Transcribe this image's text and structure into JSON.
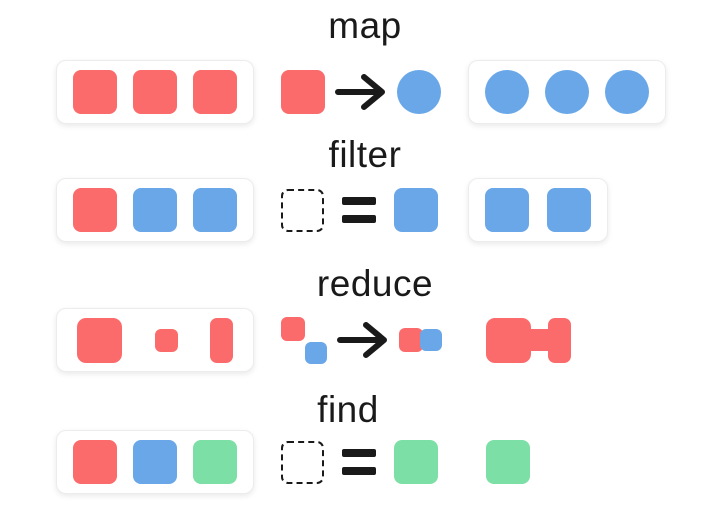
{
  "colors": {
    "red": "#fc6b6b",
    "blue": "#69a7e8",
    "green": "#7ce0a6",
    "ink": "#1a1a1a",
    "panel_border": "#ececec"
  },
  "rows": [
    {
      "title": "map",
      "input": [
        "red-square",
        "red-square",
        "red-square"
      ],
      "operation": {
        "symbol": "arrow"
      },
      "op_lhs": [
        "red-square"
      ],
      "op_rhs": [
        "blue-circle"
      ],
      "output": [
        "blue-circle",
        "blue-circle",
        "blue-circle"
      ],
      "output_boxed": true
    },
    {
      "title": "filter",
      "input": [
        "red-square",
        "blue-square",
        "blue-square"
      ],
      "operation": {
        "symbol": "equals"
      },
      "op_lhs": [
        "dashed-square"
      ],
      "op_rhs": [
        "blue-square"
      ],
      "output": [
        "blue-square",
        "blue-square"
      ],
      "output_boxed": true
    },
    {
      "title": "reduce",
      "input": [
        "red-square-large",
        "red-square-small",
        "red-rect-tall"
      ],
      "operation": {
        "symbol": "arrow"
      },
      "op_lhs": [
        "red-chip",
        "blue-chip-offset"
      ],
      "op_rhs": [
        "red-chip",
        "blue-chip-joined"
      ],
      "output": [
        "red-square-large",
        "red-connector",
        "red-rect-tall"
      ],
      "output_boxed": false
    },
    {
      "title": "find",
      "input": [
        "red-square",
        "blue-square",
        "green-square"
      ],
      "operation": {
        "symbol": "equals"
      },
      "op_lhs": [
        "dashed-square"
      ],
      "op_rhs": [
        "green-square"
      ],
      "output": [
        "green-square"
      ],
      "output_boxed": false
    }
  ]
}
